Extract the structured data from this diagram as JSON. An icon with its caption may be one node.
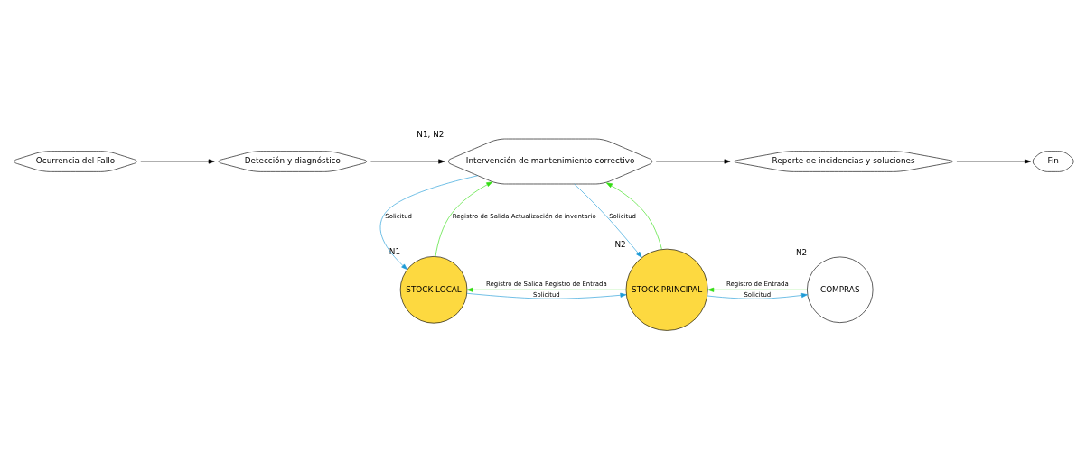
{
  "diagram": {
    "nodes": [
      {
        "text": [
          "Ocurrencia del Fallo"
        ]
      },
      {
        "text": [
          "Detección y diagnóstico"
        ]
      },
      {
        "text": [
          "Intervención de mantenimiento correctivo"
        ],
        "beside": [
          "N1, N2"
        ]
      },
      {
        "text": [
          "Reporte de incidencias y soluciones"
        ]
      },
      {
        "text": [
          "Fin"
        ]
      },
      {
        "text": [
          "STOCK LOCAL"
        ],
        "beside": [
          "N1"
        ]
      },
      {
        "text": [
          "STOCK PRINCIPAL"
        ],
        "beside": [
          "N2"
        ]
      },
      {
        "text": [
          "COMPRAS"
        ],
        "beside": [
          "N2"
        ]
      }
    ],
    "edges": [
      {
        "from": 0,
        "to": 1,
        "arrow": "to"
      },
      {
        "from": 1,
        "to": 2,
        "arrow": "to"
      },
      {
        "from": 2,
        "to": 3,
        "arrow": "to"
      },
      {
        "from": 3,
        "to": 4,
        "arrow": "to"
      },
      {
        "from": 2,
        "to": 5,
        "arrow": "to",
        "label": "Solicitud",
        "color": "#1e9bd7"
      },
      {
        "from": 5,
        "to": 2,
        "arrow": "to",
        "label": "Registro de Salida Actualización de inventario",
        "color": "#33dd11"
      },
      {
        "from": 2,
        "to": 6,
        "arrow": "to",
        "label": "Solicitud",
        "color": "#1e9bd7"
      },
      {
        "from": 6,
        "to": 2,
        "arrow": "to",
        "color": "#33dd11"
      },
      {
        "from": 5,
        "to": 6,
        "arrow": "to",
        "label": "Solicitud",
        "color": "#1e9bd7"
      },
      {
        "from": 6,
        "to": 5,
        "arrow": "to",
        "label": "Registro de Salida Registro de Entrada",
        "color": "#33dd11"
      },
      {
        "from": 6,
        "to": 7,
        "arrow": "to",
        "label": "Solicitud",
        "color": "#1e9bd7"
      },
      {
        "from": 7,
        "to": 6,
        "arrow": "to",
        "label": "Registro de Entrada",
        "color": "#33dd11"
      }
    ]
  }
}
